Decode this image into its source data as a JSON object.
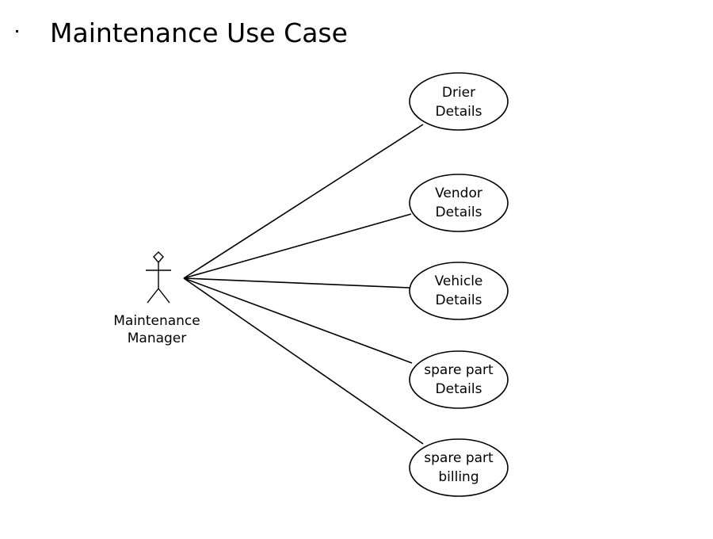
{
  "diagram": {
    "title": "Maintenance Use Case",
    "actor": {
      "label_line1": "Maintenance",
      "label_line2": "Manager"
    },
    "use_cases": [
      {
        "line1": "Drier",
        "line2": "Details"
      },
      {
        "line1": "Vendor",
        "line2": "Details"
      },
      {
        "line1": "Vehicle",
        "line2": "Details"
      },
      {
        "line1": "spare part",
        "line2": "Details"
      },
      {
        "line1": "spare part",
        "line2": "billing"
      }
    ],
    "colors": {
      "stroke": "#000000",
      "background": "#ffffff"
    }
  }
}
